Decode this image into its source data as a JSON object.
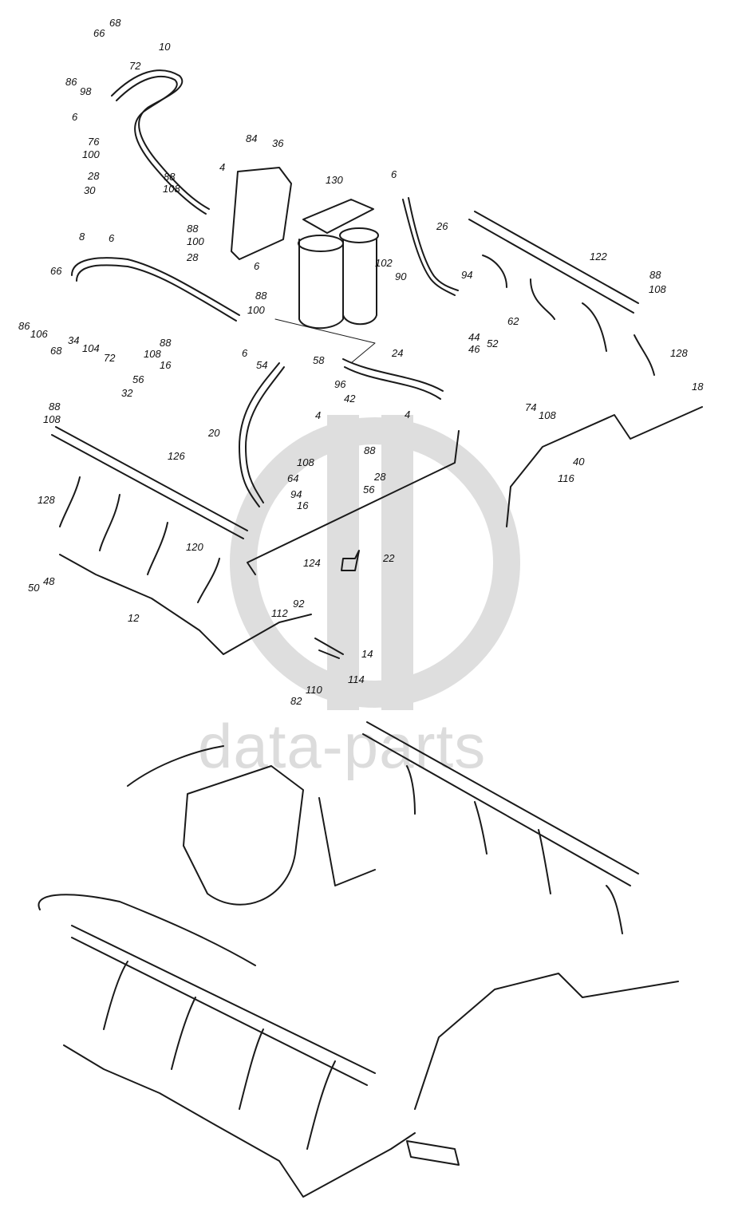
{
  "watermark": {
    "text": "data-parts",
    "color": "#d0d0d0"
  },
  "labels": [
    {
      "id": "l-68a",
      "text": "68"
    },
    {
      "id": "l-66a",
      "text": "66"
    },
    {
      "id": "l-10",
      "text": "10"
    },
    {
      "id": "l-72a",
      "text": "72"
    },
    {
      "id": "l-86a",
      "text": "86"
    },
    {
      "id": "l-98",
      "text": "98"
    },
    {
      "id": "l-6a",
      "text": "6"
    },
    {
      "id": "l-76",
      "text": "76"
    },
    {
      "id": "l-100a",
      "text": "100"
    },
    {
      "id": "l-28a",
      "text": "28"
    },
    {
      "id": "l-88a",
      "text": "88"
    },
    {
      "id": "l-30",
      "text": "30"
    },
    {
      "id": "l-108a",
      "text": "108"
    },
    {
      "id": "l-84",
      "text": "84"
    },
    {
      "id": "l-36",
      "text": "36"
    },
    {
      "id": "l-4a",
      "text": "4"
    },
    {
      "id": "l-130",
      "text": "130"
    },
    {
      "id": "l-6b",
      "text": "6"
    },
    {
      "id": "l-26",
      "text": "26"
    },
    {
      "id": "l-8",
      "text": "8"
    },
    {
      "id": "l-6c",
      "text": "6"
    },
    {
      "id": "l-88b",
      "text": "88"
    },
    {
      "id": "l-100b",
      "text": "100"
    },
    {
      "id": "l-28b",
      "text": "28"
    },
    {
      "id": "l-122",
      "text": "122"
    },
    {
      "id": "l-66b",
      "text": "66"
    },
    {
      "id": "l-6d",
      "text": "6"
    },
    {
      "id": "l-102",
      "text": "102"
    },
    {
      "id": "l-90",
      "text": "90"
    },
    {
      "id": "l-94a",
      "text": "94"
    },
    {
      "id": "l-88c",
      "text": "88"
    },
    {
      "id": "l-108b",
      "text": "108"
    },
    {
      "id": "l-88d",
      "text": "88"
    },
    {
      "id": "l-100c",
      "text": "100"
    },
    {
      "id": "l-62",
      "text": "62"
    },
    {
      "id": "l-86b",
      "text": "86"
    },
    {
      "id": "l-106",
      "text": "106"
    },
    {
      "id": "l-68b",
      "text": "68"
    },
    {
      "id": "l-34",
      "text": "34"
    },
    {
      "id": "l-104",
      "text": "104"
    },
    {
      "id": "l-72b",
      "text": "72"
    },
    {
      "id": "l-44",
      "text": "44"
    },
    {
      "id": "l-46",
      "text": "46"
    },
    {
      "id": "l-52",
      "text": "52"
    },
    {
      "id": "l-128a",
      "text": "128"
    },
    {
      "id": "l-88e",
      "text": "88"
    },
    {
      "id": "l-108c",
      "text": "108"
    },
    {
      "id": "l-6e",
      "text": "6"
    },
    {
      "id": "l-58",
      "text": "58"
    },
    {
      "id": "l-24",
      "text": "24"
    },
    {
      "id": "l-16a",
      "text": "16"
    },
    {
      "id": "l-54",
      "text": "54"
    },
    {
      "id": "l-56a",
      "text": "56"
    },
    {
      "id": "l-96",
      "text": "96"
    },
    {
      "id": "l-32",
      "text": "32"
    },
    {
      "id": "l-42",
      "text": "42"
    },
    {
      "id": "l-18",
      "text": "18"
    },
    {
      "id": "l-88f",
      "text": "88"
    },
    {
      "id": "l-4b",
      "text": "4"
    },
    {
      "id": "l-74",
      "text": "74"
    },
    {
      "id": "l-108d",
      "text": "108"
    },
    {
      "id": "l-108e",
      "text": "108"
    },
    {
      "id": "l-4c",
      "text": "4"
    },
    {
      "id": "l-20",
      "text": "20"
    },
    {
      "id": "l-126",
      "text": "126"
    },
    {
      "id": "l-88g",
      "text": "88"
    },
    {
      "id": "l-40",
      "text": "40"
    },
    {
      "id": "l-108f",
      "text": "108"
    },
    {
      "id": "l-28c",
      "text": "28"
    },
    {
      "id": "l-116",
      "text": "116"
    },
    {
      "id": "l-64",
      "text": "64"
    },
    {
      "id": "l-56b",
      "text": "56"
    },
    {
      "id": "l-128b",
      "text": "128"
    },
    {
      "id": "l-94b",
      "text": "94"
    },
    {
      "id": "l-16b",
      "text": "16"
    },
    {
      "id": "l-120",
      "text": "120"
    },
    {
      "id": "l-22",
      "text": "22"
    },
    {
      "id": "l-124",
      "text": "124"
    },
    {
      "id": "l-48",
      "text": "48"
    },
    {
      "id": "l-50",
      "text": "50"
    },
    {
      "id": "l-12",
      "text": "12"
    },
    {
      "id": "l-92",
      "text": "92"
    },
    {
      "id": "l-112",
      "text": "112"
    },
    {
      "id": "l-14",
      "text": "14"
    },
    {
      "id": "l-114",
      "text": "114"
    },
    {
      "id": "l-110",
      "text": "110"
    },
    {
      "id": "l-82",
      "text": "82"
    }
  ]
}
